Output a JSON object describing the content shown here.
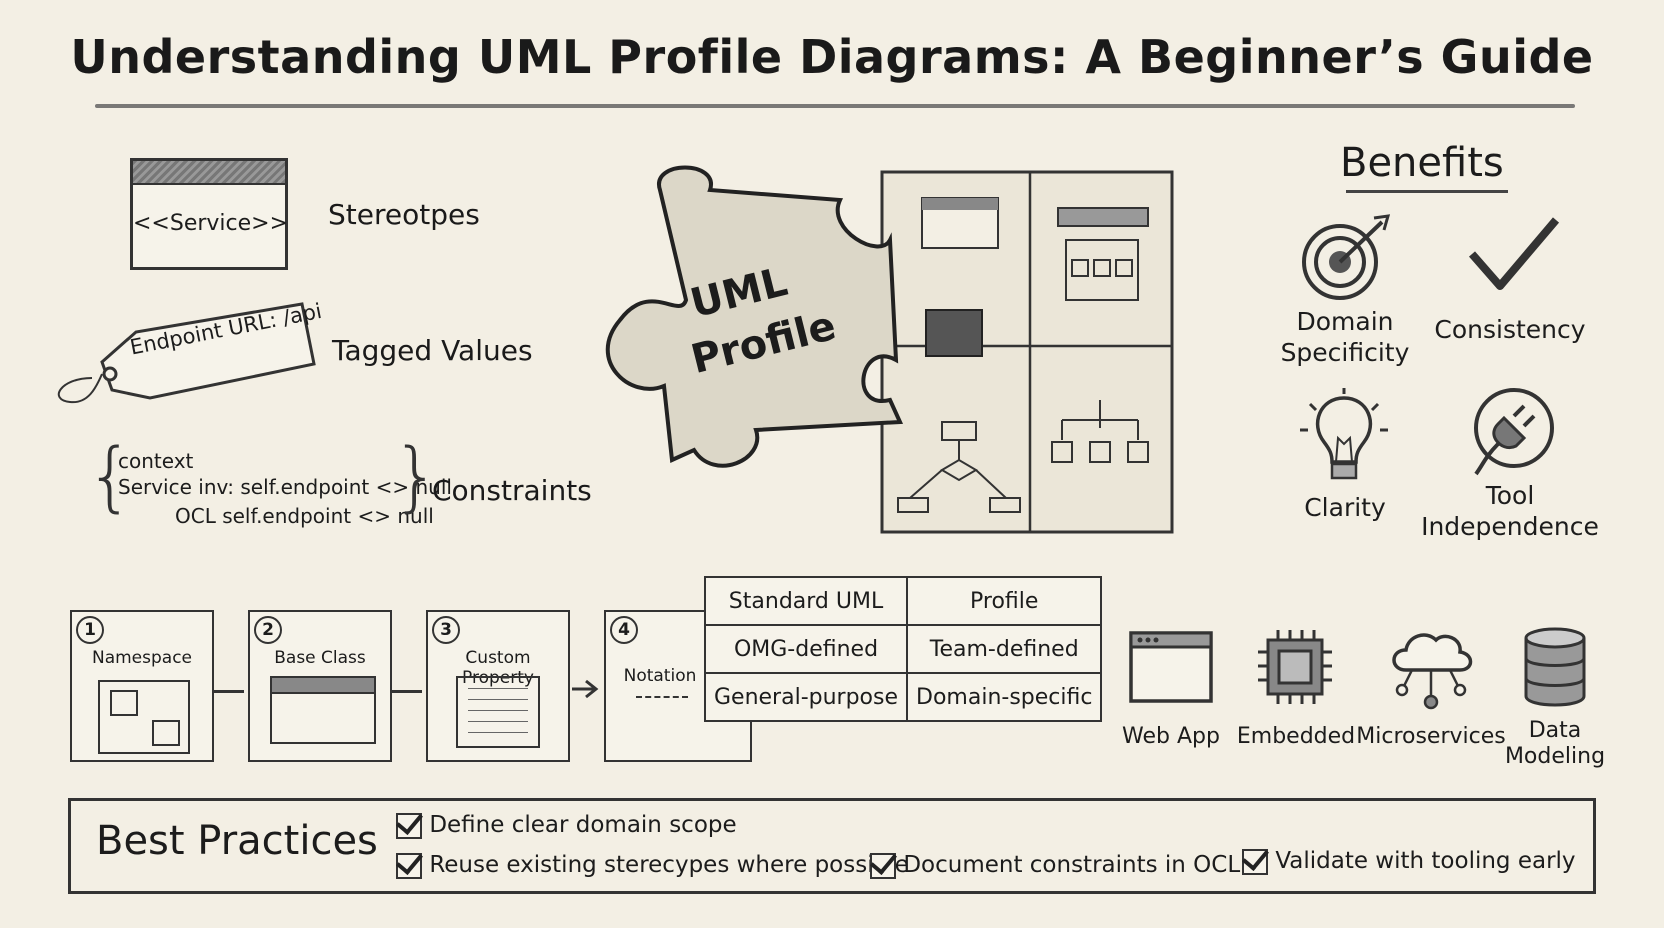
{
  "title": "Understanding UML Profile Diagrams: A Beginner’s Guide",
  "left": {
    "stereotype_box": "<<Service>>",
    "stereotype_label": "Stereotpes",
    "tag_text": "Endpoint URL: /api",
    "tagged_label": "Tagged Values",
    "ocl_lines": [
      "context",
      "Service inv: self.endpoint <> null",
      "OCL self.endpoint <> null"
    ],
    "constraints_label": "Constraints"
  },
  "puzzle": {
    "line1": "UML",
    "line2": "Profile"
  },
  "benefits": {
    "title": "Benefits",
    "items": [
      {
        "icon": "target-icon",
        "line1": "Domain",
        "line2": "Specificity"
      },
      {
        "icon": "checkmark-icon",
        "line1": "Consistency",
        "line2": ""
      },
      {
        "icon": "lightbulb-icon",
        "line1": "Clarity",
        "line2": ""
      },
      {
        "icon": "plug-icon",
        "line1": "Tool",
        "line2": "Independence"
      }
    ]
  },
  "steps": [
    {
      "num": "1",
      "label": "Namespace"
    },
    {
      "num": "2",
      "label": "Base Class"
    },
    {
      "num": "3",
      "label": "Custom Property"
    },
    {
      "num": "4",
      "label": "Notation"
    }
  ],
  "comparison": {
    "headers": [
      "Standard UML",
      "Profile"
    ],
    "rows": [
      [
        "OMG-defined",
        "Team-defined"
      ],
      [
        "General-purpose",
        "Domain-specific"
      ]
    ]
  },
  "platforms": [
    {
      "icon": "browser-window-icon",
      "line1": "Web App",
      "line2": ""
    },
    {
      "icon": "chip-icon",
      "line1": "Embedded",
      "line2": ""
    },
    {
      "icon": "cloud-network-icon",
      "line1": "Microservices",
      "line2": ""
    },
    {
      "icon": "database-icon",
      "line1": "Data",
      "line2": "Modeling"
    }
  ],
  "best_practices": {
    "title": "Best Practices",
    "items": [
      "Define clear domain scope",
      "Reuse existing sterecypes where possible",
      "Document constraints in OCL",
      "Validate with tooling early"
    ]
  }
}
